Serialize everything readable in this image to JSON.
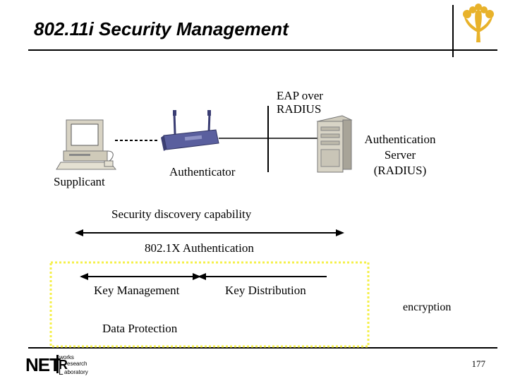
{
  "slide": {
    "title": "802.11i Security Management",
    "page_number": "177"
  },
  "diagram": {
    "eap_label_line1": "EAP over",
    "eap_label_line2": "RADIUS",
    "supplicant": "Supplicant",
    "authenticator": "Authenticator",
    "auth_server_line1": "Authentication",
    "auth_server_line2": "Server",
    "auth_server_line3": "(RADIUS)",
    "security_discovery": "Security discovery capability",
    "dot1x_auth": "802.1X Authentication",
    "key_management": "Key Management",
    "key_distribution": "Key Distribution",
    "encryption": "encryption",
    "data_protection": "Data Protection"
  },
  "logo": {
    "net": "NET",
    "r": "R",
    "l": "L",
    "works": "works",
    "esearch": "esearch",
    "aboratory": "aboratory"
  },
  "colors": {
    "dotted_box": "#f5f04a",
    "router": "#5a5f9e",
    "emblem": "#e8b22a"
  }
}
